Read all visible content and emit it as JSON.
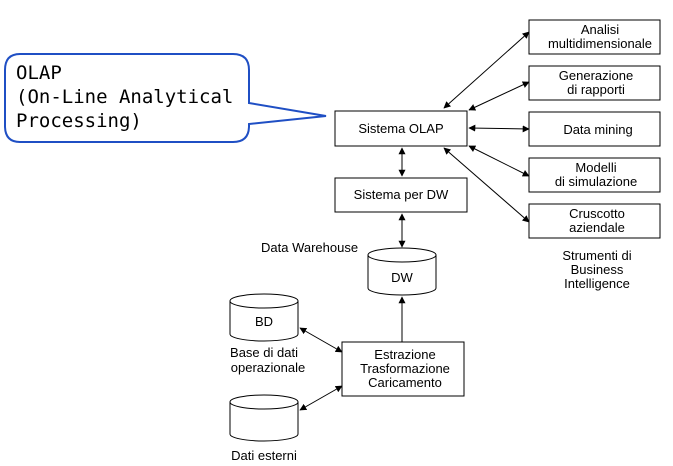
{
  "callout": {
    "line1": "OLAP",
    "line2": "(On-Line Analytical",
    "line3": "Processing)",
    "border_color": "#1f4fc4"
  },
  "nodes": {
    "sistema_olap": "Sistema OLAP",
    "sistema_dw": "Sistema per DW",
    "dw_label": "Data Warehouse",
    "dw": "DW",
    "bd": "BD",
    "base_dati_1": "Base di dati",
    "base_dati_2": "operazionale",
    "etl_1": "Estrazione",
    "etl_2": "Trasformazione",
    "etl_3": "Caricamento",
    "dati_esterni": "Dati esterni"
  },
  "tools": {
    "analisi_1": "Analisi",
    "analisi_2": "multidimensionale",
    "generazione_1": "Generazione",
    "generazione_2": "di rapporti",
    "data_mining": "Data mining",
    "modelli_1": "Modelli",
    "modelli_2": "di simulazione",
    "cruscotto_1": "Cruscotto",
    "cruscotto_2": "aziendale",
    "bi_1": "Strumenti di",
    "bi_2": "Business",
    "bi_3": "Intelligence"
  }
}
